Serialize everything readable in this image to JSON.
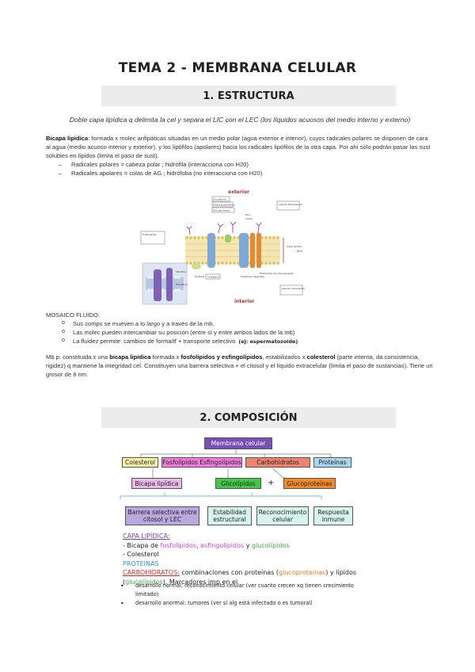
{
  "title": "TEMA 2 - MEMBRANA CELULAR",
  "section1": {
    "heading": "1. ESTRUCTURA",
    "intro": "Doble capa lipídica q delimita la cel y separa el LIC con el LEC (los líquidos acuosos del medio interno y externo)",
    "para_bold": "Bicapa lipídica",
    "para_text": ": formada x molec anfipáticas situadas en un medio polar (agua exterior e interior), cuyos radicales polares se disponen de cara al agua (medio acuoso interior y exterior), y los lipófilos (apolares) hacia los radicales lipófilos de la otra capa. Por ahí sólo podrán pasar las sust solubles en lípidos (limita el paso de sust).",
    "dash_items": [
      "Radicales polares = cabeza polar ; hidrófila (interacciona con H20)",
      "Radicales apolares = colas de AG ; hidrófoba (no interacciona con H20)"
    ],
    "figure": {
      "exterior": "exterior",
      "interior": "interior",
      "liquid_ext": "Líquido Extracelular",
      "liquid_int": "Líquido Intracelular",
      "glycolipid": "Glucolípido",
      "periph_prot": "Proteína periférica",
      "glycoprot": "Glucoproteína",
      "phospholipids": "Fosfolípidos",
      "pore": "Poro",
      "channel": "Canal",
      "protein": "Proteína",
      "cholesterol": "Colesterol",
      "integral": "Proteínas integrales",
      "cytoskeleton": "Filamentos del citoesqueleto",
      "bilayer": "Capa lipídica",
      "thickness": "~8nm",
      "hydrophilic": "Hidrofílica",
      "hydrophobic": "Hidrofóbica"
    },
    "mosaic_title": "MOSAICO FLUIDO:",
    "mosaic_items": [
      {
        "text": "Sus comps se mueven a lo largo y a través de la mb.",
        "hint": ""
      },
      {
        "text": "Las molec pueden intercambiar su posición (entre sí y entre ambos lados de la mb)",
        "hint": ""
      },
      {
        "text": "La fluidez permite: cambios de forma/tf + transporte selectivo",
        "hint": "(ej: espermatozoide)"
      }
    ],
    "mb_para": {
      "a": "Mb p: constituida x una ",
      "b1": "bicapa lipídica",
      "c": " formada x ",
      "b2": "fosfolípidos y esfingolípidos",
      "d": ", estabilizados x ",
      "b3": "colesterol",
      "e": " (parte interna, da consistencia, rigidez) q mantiene la integridad cel. Constituyen una barrera selectiva + el citosol y el líquido extracelular (limita el paso de sustancias). Tiene un grosor de 8 nm."
    }
  },
  "section2": {
    "heading": "2. COMPOSICIÓN",
    "cmap": {
      "root": "Membrana celular",
      "colesterol": "Colesterol",
      "fosfo": "Fosfolípidos Esfingolípidos",
      "carbo": "Carbohidratos",
      "proteinas": "Proteínas",
      "bicapa": "Bicapa lipídica",
      "glucolipidos": "Glicolípidos",
      "plus": "+",
      "glucoprot": "Glucoproteínas",
      "barrera": "Barrera selectiva entre citosol y LEC",
      "estabilidad": "Estabilidad estructural",
      "reconocimiento": "Reconocimiento celular",
      "respuesta": "Respuesta inmune"
    },
    "notes": {
      "capa": "CAPA LIPÍDICA:",
      "bicapa_pre": "- Bicapa de ",
      "fosfo": "fosfolípidos",
      "sep": ", ",
      "esfingo": "esfingolípidos",
      "y": " y ",
      "gluco": "glucolípidos",
      "coles": "- Colesterol",
      "proteinas": "PROTEÍNAS",
      "carbo": "CARBOHIDRATOS:",
      "carbo_text1": " combinaciones con proteínas (",
      "glucoproteinas": "glucoproteínas",
      "carbo_text2": ") y lípidos (",
      "glucolipidos": "glucolípidos",
      "carbo_text3": "). Marcadores imp en el"
    },
    "bullets": [
      "desarrollo normal: reconocimiento celular (ver cuanto crecen xq tienen crecimiento limitado)",
      "desarrollo anormal: tumores (ver si alg está infectado o es tumoral)"
    ],
    "colors": {
      "root": "#7a4fb3",
      "colesterol": "#fff3a8",
      "fosfo": "#f07ae0",
      "carbo": "#f0826e",
      "proteinas": "#a9d7f2",
      "bicapa": "#e8b8e8",
      "glucolipidos": "#45c84a",
      "glucoprot": "#f08a2a",
      "bottom": "#b9a7df",
      "teal_box": "#d7f3ee"
    }
  }
}
